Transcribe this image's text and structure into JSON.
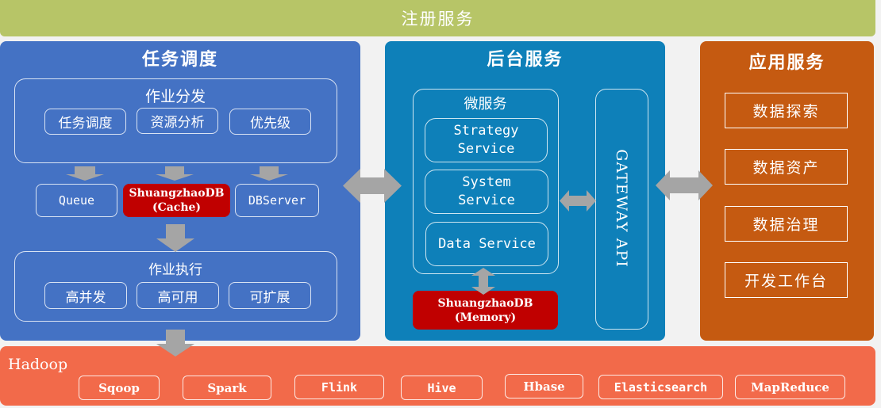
{
  "registry": {
    "title": "注册服务"
  },
  "scheduling": {
    "title": "任务调度",
    "dispatch": {
      "title": "作业分发",
      "items": [
        "任务调度",
        "资源分析",
        "优先级"
      ]
    },
    "queue": "Queue",
    "cache": {
      "line1": "ShuangzhaoDB",
      "line2": "(Cache)"
    },
    "dbserver": "DBServer",
    "execution": {
      "title": "作业执行",
      "items": [
        "高并发",
        "高可用",
        "可扩展"
      ]
    }
  },
  "backend": {
    "title": "后台服务",
    "microservices": {
      "title": "微服务",
      "items": [
        {
          "line1": "Strategy",
          "line2": "Service"
        },
        {
          "line1": "System",
          "line2": "Service"
        },
        {
          "line1": "Data Service",
          "line2": ""
        }
      ]
    },
    "memory": {
      "line1": "ShuangzhaoDB",
      "line2": "(Memory)"
    },
    "gateway": "GATEWAY API"
  },
  "application": {
    "title": "应用服务",
    "items": [
      "数据探索",
      "数据资产",
      "数据治理",
      "开发工作台"
    ]
  },
  "hadoop": {
    "title": "Hadoop",
    "items": [
      "Sqoop",
      "Spark",
      "Flink",
      "Hive",
      "Hbase",
      "Elasticsearch",
      "MapReduce"
    ]
  },
  "colors": {
    "registry": "#b7c567",
    "scheduling": "#4472c4",
    "backend": "#0e80b9",
    "application": "#c55a11",
    "hadoop": "#f26a4a",
    "database": "#c00000",
    "arrow": "#a5a5a5"
  }
}
